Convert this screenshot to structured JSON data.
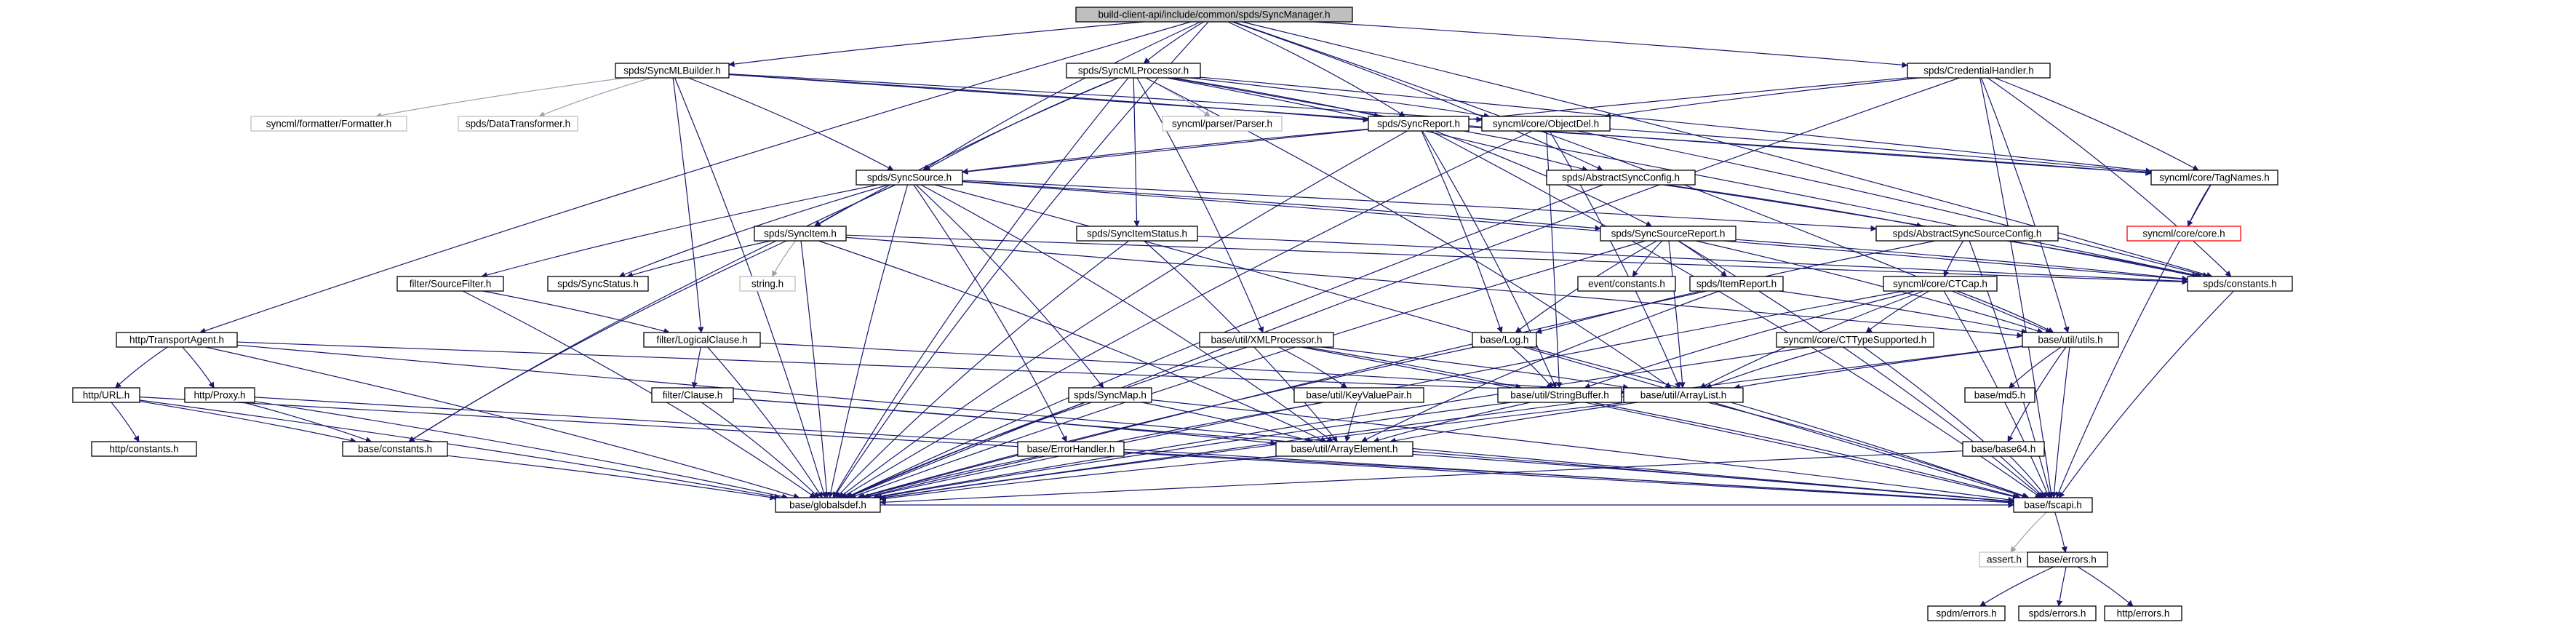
{
  "graph": {
    "nodes": [
      {
        "id": "root",
        "label": "build-client-api/include/common/spds/SyncManager.h",
        "kind": "root"
      },
      {
        "id": "mlbuilder",
        "label": "spds/SyncMLBuilder.h",
        "kind": "normal"
      },
      {
        "id": "mlproc",
        "label": "spds/SyncMLProcessor.h",
        "kind": "normal"
      },
      {
        "id": "credh",
        "label": "spds/CredentialHandler.h",
        "kind": "normal"
      },
      {
        "id": "transport",
        "label": "http/TransportAgent.h",
        "kind": "normal"
      },
      {
        "id": "formatter",
        "label": "syncml/formatter/Formatter.h",
        "kind": "external"
      },
      {
        "id": "datatrans",
        "label": "spds/DataTransformer.h",
        "kind": "external"
      },
      {
        "id": "parser",
        "label": "syncml/parser/Parser.h",
        "kind": "external"
      },
      {
        "id": "syncreport",
        "label": "spds/SyncReport.h",
        "kind": "normal"
      },
      {
        "id": "objectdel",
        "label": "syncml/core/ObjectDel.h",
        "kind": "normal"
      },
      {
        "id": "syncsource",
        "label": "spds/SyncSource.h",
        "kind": "normal"
      },
      {
        "id": "abssyncconfig",
        "label": "spds/AbstractSyncConfig.h",
        "kind": "normal"
      },
      {
        "id": "tagnames",
        "label": "syncml/core/TagNames.h",
        "kind": "normal"
      },
      {
        "id": "corecoreh",
        "label": "syncml/core/core.h",
        "kind": "missing"
      },
      {
        "id": "syncitem",
        "label": "spds/SyncItem.h",
        "kind": "normal"
      },
      {
        "id": "syncitemstatus",
        "label": "spds/SyncItemStatus.h",
        "kind": "normal"
      },
      {
        "id": "syncsourcereport",
        "label": "spds/SyncSourceReport.h",
        "kind": "normal"
      },
      {
        "id": "abssyncsourceconfig",
        "label": "spds/AbstractSyncSourceConfig.h",
        "kind": "normal"
      },
      {
        "id": "spdsconstants",
        "label": "spds/constants.h",
        "kind": "normal"
      },
      {
        "id": "sourcefilter",
        "label": "filter/SourceFilter.h",
        "kind": "normal"
      },
      {
        "id": "syncstatus",
        "label": "spds/SyncStatus.h",
        "kind": "normal"
      },
      {
        "id": "stringh",
        "label": "string.h",
        "kind": "external"
      },
      {
        "id": "eventconstants",
        "label": "event/constants.h",
        "kind": "normal"
      },
      {
        "id": "itemreport",
        "label": "spds/ItemReport.h",
        "kind": "normal"
      },
      {
        "id": "ctcap",
        "label": "syncml/core/CTCap.h",
        "kind": "normal"
      },
      {
        "id": "logicalclause",
        "label": "filter/LogicalClause.h",
        "kind": "normal"
      },
      {
        "id": "xmlproc",
        "label": "base/util/XMLProcessor.h",
        "kind": "normal"
      },
      {
        "id": "baselog",
        "label": "base/Log.h",
        "kind": "normal"
      },
      {
        "id": "cttypesupp",
        "label": "syncml/core/CTTypeSupported.h",
        "kind": "normal"
      },
      {
        "id": "utils",
        "label": "base/util/utils.h",
        "kind": "normal"
      },
      {
        "id": "httpurl",
        "label": "http/URL.h",
        "kind": "normal"
      },
      {
        "id": "httpproxy",
        "label": "http/Proxy.h",
        "kind": "normal"
      },
      {
        "id": "clause",
        "label": "filter/Clause.h",
        "kind": "normal"
      },
      {
        "id": "syncmap",
        "label": "spds/SyncMap.h",
        "kind": "normal"
      },
      {
        "id": "kvpair",
        "label": "base/util/KeyValuePair.h",
        "kind": "normal"
      },
      {
        "id": "stringbuffer",
        "label": "base/util/StringBuffer.h",
        "kind": "normal"
      },
      {
        "id": "arraylist",
        "label": "base/util/ArrayList.h",
        "kind": "normal"
      },
      {
        "id": "md5",
        "label": "base/md5.h",
        "kind": "normal"
      },
      {
        "id": "httpconstants",
        "label": "http/constants.h",
        "kind": "normal"
      },
      {
        "id": "baseconstants",
        "label": "base/constants.h",
        "kind": "normal"
      },
      {
        "id": "arrayelement",
        "label": "base/util/ArrayElement.h",
        "kind": "normal"
      },
      {
        "id": "errorhandler",
        "label": "base/ErrorHandler.h",
        "kind": "normal"
      },
      {
        "id": "base64",
        "label": "base/base64.h",
        "kind": "normal"
      },
      {
        "id": "globalsdef",
        "label": "base/globalsdef.h",
        "kind": "normal"
      },
      {
        "id": "fscapi",
        "label": "base/fscapi.h",
        "kind": "normal"
      },
      {
        "id": "asserth",
        "label": "assert.h",
        "kind": "external"
      },
      {
        "id": "baseerrors",
        "label": "base/errors.h",
        "kind": "normal"
      },
      {
        "id": "spdmerrors",
        "label": "spdm/errors.h",
        "kind": "normal"
      },
      {
        "id": "spdserrors",
        "label": "spds/errors.h",
        "kind": "normal"
      },
      {
        "id": "httperrors",
        "label": "http/errors.h",
        "kind": "normal"
      }
    ],
    "edges": [
      [
        "root",
        "mlbuilder"
      ],
      [
        "root",
        "mlproc"
      ],
      [
        "root",
        "credh"
      ],
      [
        "root",
        "transport"
      ],
      [
        "root",
        "syncreport"
      ],
      [
        "root",
        "syncsource"
      ],
      [
        "root",
        "abssyncconfig"
      ],
      [
        "root",
        "spdsconstants"
      ],
      [
        "root",
        "utils"
      ],
      [
        "root",
        "globalsdef"
      ],
      [
        "mlbuilder",
        "formatter"
      ],
      [
        "mlbuilder",
        "datatrans"
      ],
      [
        "mlbuilder",
        "syncsource"
      ],
      [
        "mlbuilder",
        "objectdel"
      ],
      [
        "mlbuilder",
        "tagnames"
      ],
      [
        "mlbuilder",
        "logicalclause"
      ],
      [
        "mlbuilder",
        "globalsdef"
      ],
      [
        "mlbuilder",
        "syncreport"
      ],
      [
        "mlproc",
        "parser"
      ],
      [
        "mlproc",
        "syncreport"
      ],
      [
        "mlproc",
        "syncsource"
      ],
      [
        "mlproc",
        "syncitem"
      ],
      [
        "mlproc",
        "syncitemstatus"
      ],
      [
        "mlproc",
        "xmlproc"
      ],
      [
        "mlproc",
        "objectdel"
      ],
      [
        "mlproc",
        "tagnames"
      ],
      [
        "mlproc",
        "arraylist"
      ],
      [
        "mlproc",
        "globalsdef"
      ],
      [
        "mlproc",
        "spdsconstants"
      ],
      [
        "mlproc",
        "abssyncconfig"
      ],
      [
        "credh",
        "objectdel"
      ],
      [
        "credh",
        "tagnames"
      ],
      [
        "credh",
        "spdsconstants"
      ],
      [
        "credh",
        "utils"
      ],
      [
        "credh",
        "fscapi"
      ],
      [
        "credh",
        "globalsdef"
      ],
      [
        "credh",
        "syncsource"
      ],
      [
        "transport",
        "httpurl"
      ],
      [
        "transport",
        "httpproxy"
      ],
      [
        "transport",
        "arraylist"
      ],
      [
        "transport",
        "globalsdef"
      ],
      [
        "transport",
        "fscapi"
      ],
      [
        "syncreport",
        "syncsource"
      ],
      [
        "syncreport",
        "syncsourcereport"
      ],
      [
        "syncreport",
        "baselog"
      ],
      [
        "syncreport",
        "stringbuffer"
      ],
      [
        "syncreport",
        "fscapi"
      ],
      [
        "syncreport",
        "globalsdef"
      ],
      [
        "syncreport",
        "tagnames"
      ],
      [
        "objectdel",
        "tagnames"
      ],
      [
        "objectdel",
        "arraylist"
      ],
      [
        "objectdel",
        "stringbuffer"
      ],
      [
        "objectdel",
        "spdsconstants"
      ],
      [
        "objectdel",
        "globalsdef"
      ],
      [
        "syncsource",
        "syncitem"
      ],
      [
        "syncsource",
        "syncstatus"
      ],
      [
        "syncsource",
        "syncsourcereport"
      ],
      [
        "syncsource",
        "abssyncsourceconfig"
      ],
      [
        "syncsource",
        "sourcefilter"
      ],
      [
        "syncsource",
        "errorhandler"
      ],
      [
        "syncsource",
        "arrayelement"
      ],
      [
        "syncsource",
        "spdsconstants"
      ],
      [
        "syncsource",
        "baseconstants"
      ],
      [
        "syncsource",
        "globalsdef"
      ],
      [
        "syncsource",
        "fscapi"
      ],
      [
        "syncsource",
        "syncmap"
      ],
      [
        "abssyncconfig",
        "abssyncsourceconfig"
      ],
      [
        "abssyncconfig",
        "spdsconstants"
      ],
      [
        "abssyncconfig",
        "globalsdef"
      ],
      [
        "tagnames",
        "corecoreh"
      ],
      [
        "tagnames",
        "fscapi"
      ],
      [
        "syncitem",
        "syncstatus"
      ],
      [
        "syncitem",
        "stringh"
      ],
      [
        "syncitem",
        "arrayelement"
      ],
      [
        "syncitem",
        "spdsconstants"
      ],
      [
        "syncitem",
        "globalsdef"
      ],
      [
        "syncitem",
        "baseconstants"
      ],
      [
        "syncitem",
        "utils"
      ],
      [
        "syncitemstatus",
        "arrayelement"
      ],
      [
        "syncitemstatus",
        "spdsconstants"
      ],
      [
        "syncitemstatus",
        "globalsdef"
      ],
      [
        "syncsourcereport",
        "eventconstants"
      ],
      [
        "syncsourcereport",
        "itemreport"
      ],
      [
        "syncsourcereport",
        "baselog"
      ],
      [
        "syncsourcereport",
        "spdsconstants"
      ],
      [
        "syncsourcereport",
        "utils"
      ],
      [
        "syncsourcereport",
        "fscapi"
      ],
      [
        "syncsourcereport",
        "arraylist"
      ],
      [
        "syncsourcereport",
        "globalsdef"
      ],
      [
        "abssyncsourceconfig",
        "ctcap"
      ],
      [
        "abssyncsourceconfig",
        "spdsconstants"
      ],
      [
        "abssyncsourceconfig",
        "fscapi"
      ],
      [
        "abssyncsourceconfig",
        "baselog"
      ],
      [
        "spdsconstants",
        "fscapi"
      ],
      [
        "sourcefilter",
        "logicalclause"
      ],
      [
        "sourcefilter",
        "globalsdef"
      ],
      [
        "itemreport",
        "utils"
      ],
      [
        "itemreport",
        "arrayelement"
      ],
      [
        "itemreport",
        "globalsdef"
      ],
      [
        "ctcap",
        "cttypesupp"
      ],
      [
        "ctcap",
        "arraylist"
      ],
      [
        "ctcap",
        "stringbuffer"
      ],
      [
        "ctcap",
        "utils"
      ],
      [
        "ctcap",
        "fscapi"
      ],
      [
        "ctcap",
        "globalsdef"
      ],
      [
        "logicalclause",
        "clause"
      ],
      [
        "logicalclause",
        "arraylist"
      ],
      [
        "logicalclause",
        "globalsdef"
      ],
      [
        "xmlproc",
        "kvpair"
      ],
      [
        "xmlproc",
        "stringbuffer"
      ],
      [
        "xmlproc",
        "arraylist"
      ],
      [
        "xmlproc",
        "fscapi"
      ],
      [
        "xmlproc",
        "globalsdef"
      ],
      [
        "baselog",
        "stringbuffer"
      ],
      [
        "baselog",
        "fscapi"
      ],
      [
        "baselog",
        "globalsdef"
      ],
      [
        "cttypesupp",
        "arraylist"
      ],
      [
        "cttypesupp",
        "fscapi"
      ],
      [
        "cttypesupp",
        "globalsdef"
      ],
      [
        "utils",
        "md5"
      ],
      [
        "utils",
        "base64"
      ],
      [
        "utils",
        "arraylist"
      ],
      [
        "utils",
        "fscapi"
      ],
      [
        "utils",
        "globalsdef"
      ],
      [
        "httpurl",
        "httpconstants"
      ],
      [
        "httpurl",
        "baseconstants"
      ],
      [
        "httpurl",
        "globalsdef"
      ],
      [
        "httpurl",
        "fscapi"
      ],
      [
        "httpproxy",
        "baseconstants"
      ],
      [
        "httpproxy",
        "globalsdef"
      ],
      [
        "httpproxy",
        "fscapi"
      ],
      [
        "clause",
        "arrayelement"
      ],
      [
        "clause",
        "globalsdef"
      ],
      [
        "clause",
        "fscapi"
      ],
      [
        "syncmap",
        "arrayelement"
      ],
      [
        "syncmap",
        "globalsdef"
      ],
      [
        "syncmap",
        "fscapi"
      ],
      [
        "kvpair",
        "arrayelement"
      ],
      [
        "kvpair",
        "globalsdef"
      ],
      [
        "stringbuffer",
        "arrayelement"
      ],
      [
        "stringbuffer",
        "globalsdef"
      ],
      [
        "stringbuffer",
        "fscapi"
      ],
      [
        "arraylist",
        "arrayelement"
      ],
      [
        "arraylist",
        "globalsdef"
      ],
      [
        "arraylist",
        "fscapi"
      ],
      [
        "arrayelement",
        "globalsdef"
      ],
      [
        "arrayelement",
        "fscapi"
      ],
      [
        "errorhandler",
        "globalsdef"
      ],
      [
        "errorhandler",
        "fscapi"
      ],
      [
        "base64",
        "globalsdef"
      ],
      [
        "base64",
        "fscapi"
      ],
      [
        "baseconstants",
        "globalsdef"
      ],
      [
        "globalsdef",
        "fscapi"
      ],
      [
        "fscapi",
        "asserth"
      ],
      [
        "fscapi",
        "baseerrors"
      ],
      [
        "baseerrors",
        "spdmerrors"
      ],
      [
        "baseerrors",
        "spdserrors"
      ],
      [
        "baseerrors",
        "httperrors"
      ]
    ]
  }
}
